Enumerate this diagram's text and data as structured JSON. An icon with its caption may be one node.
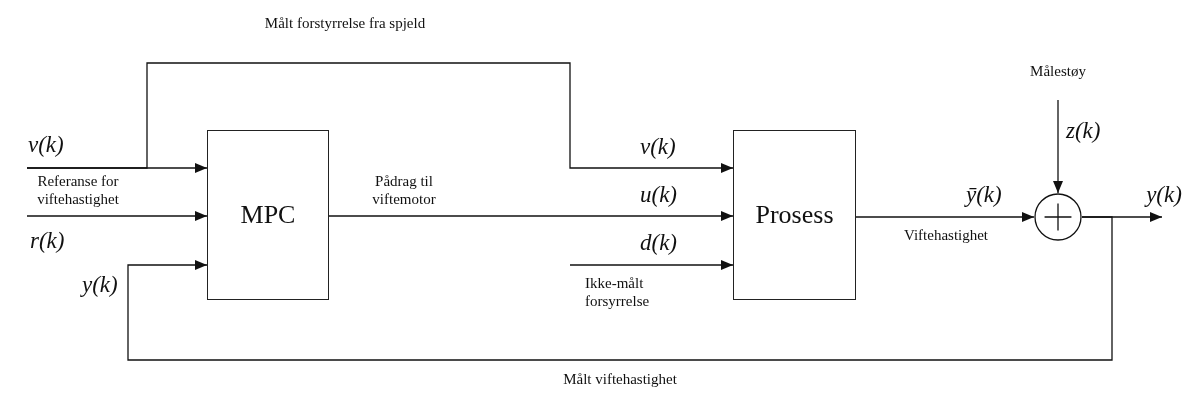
{
  "diagram": {
    "nodes": [
      {
        "text": [
          "MPC"
        ]
      },
      {
        "text": [
          "Prosess"
        ]
      },
      {
        "text": [],
        "shape": "circle"
      },
      {
        "text": [
          "Målestøy"
        ]
      },
      {
        "text": [
          "y(k)"
        ]
      }
    ],
    "edges": [
      {
        "from": null,
        "to": 0,
        "arrow": "to"
      },
      {
        "from": null,
        "to": 1,
        "arrow": "to",
        "label": "Målt forstyrrelse fra spjeld"
      },
      {
        "from": null,
        "to": 0,
        "arrow": "to",
        "label": "Referanse for viftehastighet"
      },
      {
        "from": 0,
        "to": 1,
        "arrow": "to",
        "label": "Pådrag til viftemotor"
      },
      {
        "from": null,
        "to": 1,
        "arrow": "to",
        "label": "Ikke-målt forsyrrelse"
      },
      {
        "from": 1,
        "to": 2,
        "arrow": "to",
        "label": "Viftehastighet"
      },
      {
        "from": 3,
        "to": 2,
        "arrow": "to"
      },
      {
        "from": 2,
        "to": 4,
        "arrow": "to"
      },
      {
        "from": 2,
        "to": 0,
        "arrow": "to",
        "label": "Målt viftehastighet"
      }
    ],
    "labels": [
      "v(k)",
      "r(k)",
      "y(k)",
      "v(k)",
      "u(k)",
      "d(k)",
      "ȳ(k)",
      "z(k)"
    ]
  }
}
